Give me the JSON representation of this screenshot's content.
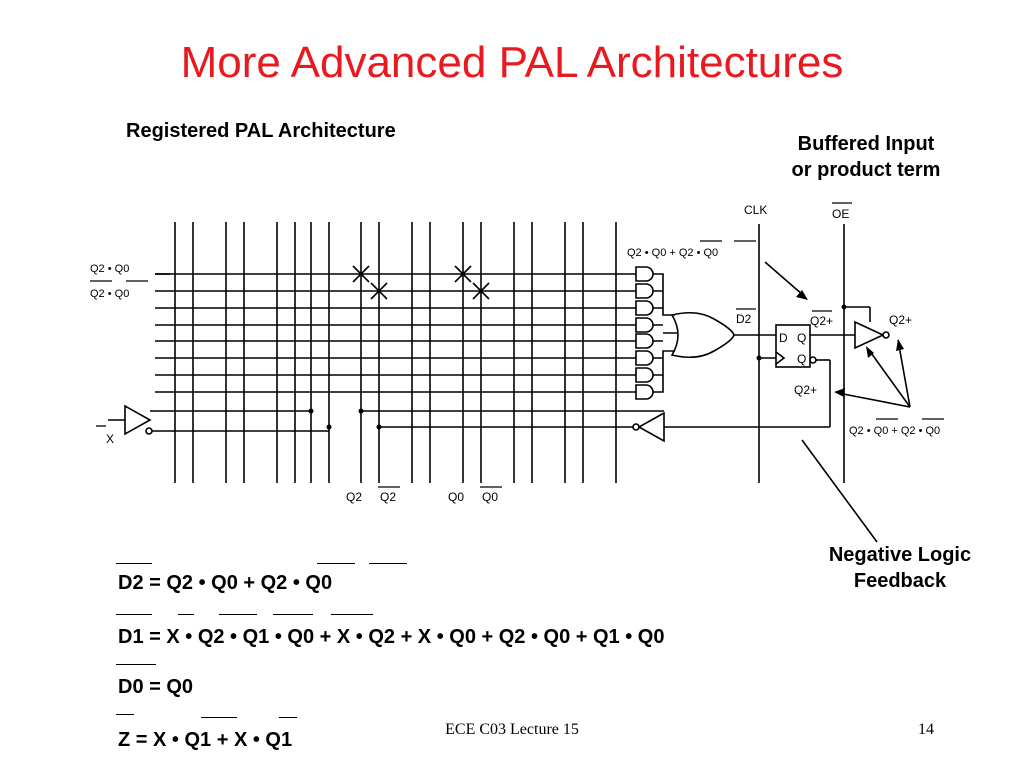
{
  "title": "More Advanced PAL Architectures",
  "diagram": {
    "subtitle": "Registered PAL Architecture",
    "buffered_callout": [
      "Buffered Input",
      "or product term"
    ],
    "negative_callout": [
      "Negative Logic",
      "Feedback"
    ],
    "labels": {
      "input_a": "Q2 • Q0",
      "input_b": "Q2 • Q0",
      "x_input": "X",
      "bottom_q2": "Q2",
      "bottom_q2_bar": "Q2",
      "bottom_q0": "Q0",
      "bottom_q0_bar": "Q0",
      "clk": "CLK",
      "oe": "OE",
      "or_output_top": "Q2 • Q0 + Q2 • Q0",
      "d2": "D2",
      "ff_d": "D",
      "ff_q": "Q",
      "ff_qbar": "Q",
      "q2plus_a": "Q2+",
      "q2plus_b": "Q2+",
      "q2plus_c": "Q2+",
      "output_expr": "Q2 • Q0 + Q2 • Q0"
    }
  },
  "equations": {
    "d2": "D2 = Q2 • Q0  +  Q2 • Q0",
    "d1": "D1 = X • Q2 • Q1 • Q0  +  X • Q2 +  X • Q0  +  Q2 • Q0  +  Q1 • Q0",
    "d0": "D0 = Q0",
    "z": "Z = X • Q1  +  X • Q1"
  },
  "footer": "ECE C03 Lecture 15",
  "page_number": "14"
}
